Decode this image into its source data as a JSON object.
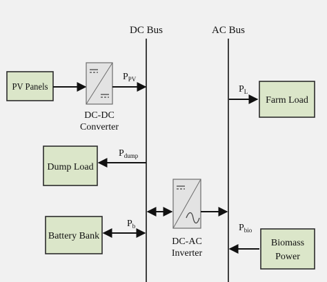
{
  "buses": {
    "dc": "DC Bus",
    "ac": "AC Bus"
  },
  "blocks": {
    "pv_panels": "PV Panels",
    "dump_load": "Dump Load",
    "battery_bank": "Battery Bank",
    "farm_load": "Farm Load",
    "biomass_line1": "Biomass",
    "biomass_line2": "Power"
  },
  "converters": {
    "dcdc_line1": "DC-DC",
    "dcdc_line2": "Converter",
    "dcac_line1": "DC-AC",
    "dcac_line2": "Inverter"
  },
  "flows": {
    "ppv": {
      "main": "P",
      "sub": "PV"
    },
    "pdump": {
      "main": "P",
      "sub": "dump"
    },
    "pb": {
      "main": "P",
      "sub": "b"
    },
    "pl": {
      "main": "P",
      "sub": "L"
    },
    "pbio": {
      "main": "P",
      "sub": "bio"
    }
  },
  "colors": {
    "block_fill": "#dbe6c9",
    "background": "#f1f1f1"
  }
}
